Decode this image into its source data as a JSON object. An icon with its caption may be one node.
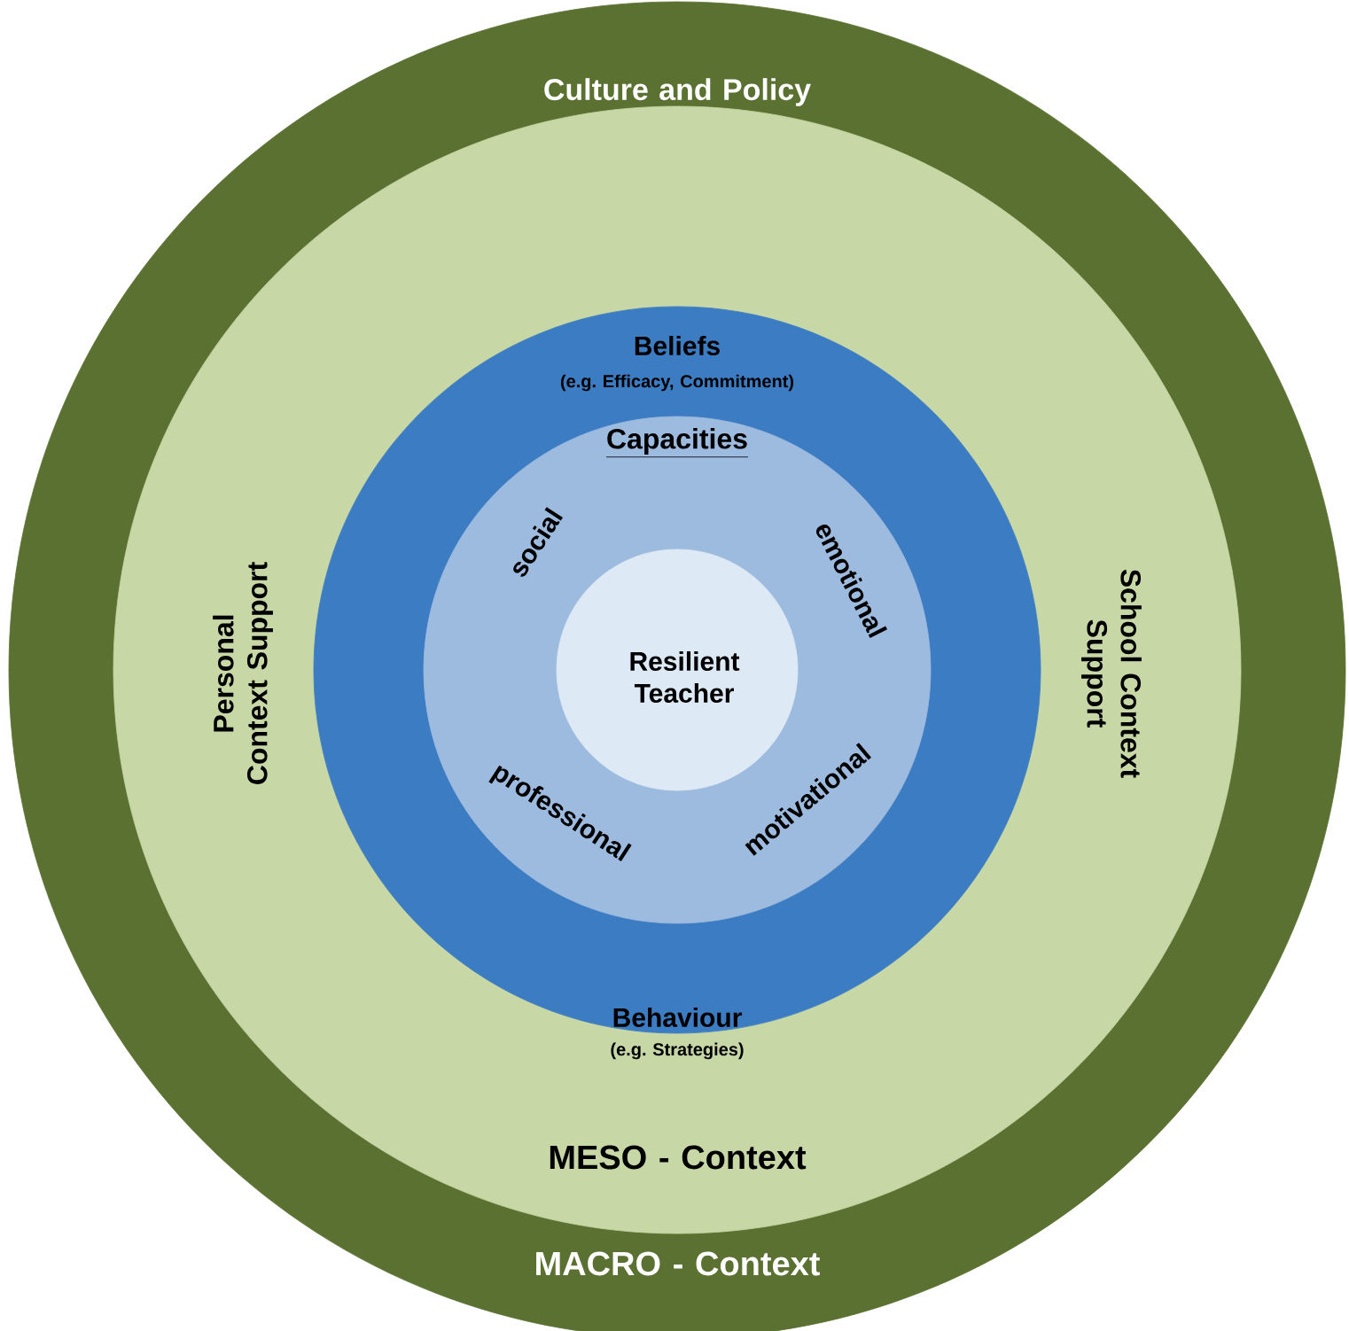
{
  "diagram": {
    "nodes": [
      {
        "text": [
          "Culture and Policy",
          "MACRO - Context"
        ]
      },
      {
        "text": [
          "Personal Context Support",
          "School Context Support",
          "MESO - Context"
        ],
        "in": 0
      },
      {
        "text": [
          "Beliefs",
          "(e.g. Efficacy, Commitment)",
          "Behaviour",
          "(e.g. Strategies)"
        ],
        "in": 1
      },
      {
        "text": [
          "Capacities",
          "social",
          "emotional",
          "professional",
          "motivational"
        ],
        "in": 2
      },
      {
        "text": [
          "Resilient Teacher"
        ],
        "in": 3
      }
    ]
  }
}
